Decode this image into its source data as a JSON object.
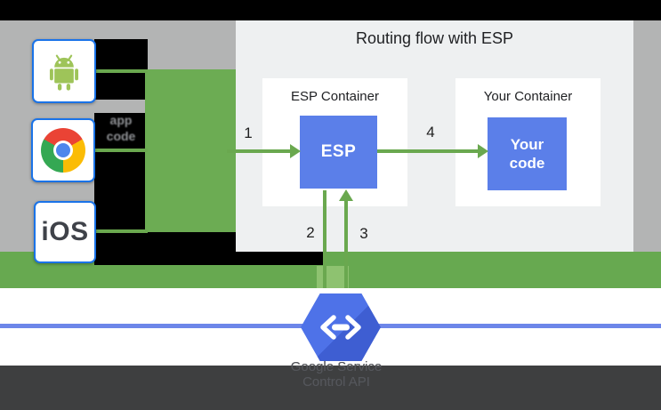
{
  "diagram": {
    "title": "Routing flow with ESP",
    "clients": {
      "android_icon": "android-icon",
      "chrome_icon": "chrome-icon",
      "ios_label": "iOS",
      "note_line1": "app",
      "note_line2": "code"
    },
    "esp_container": {
      "title": "ESP Container",
      "label": "ESP"
    },
    "your_container": {
      "title": "Your Container",
      "label_line1": "Your",
      "label_line2": "code"
    },
    "steps": {
      "one": "1",
      "two": "2",
      "three": "3",
      "four": "4"
    },
    "service": {
      "icon": "cloud-endpoints-hexagon-icon",
      "line1": "Google Service",
      "line2": "Control API"
    },
    "colors": {
      "routing_green": "#67a950",
      "arrow_green": "#6aa84f",
      "box_blue": "#5b7fe9",
      "hexagon_blue": "#4e72e8",
      "service_line_blue": "#6d86e9",
      "tile_border_blue": "#1a73e8",
      "band_gray": "#b3b4b4",
      "panel_gray": "#eef0f1",
      "footer_dark": "#3e3f40"
    }
  }
}
